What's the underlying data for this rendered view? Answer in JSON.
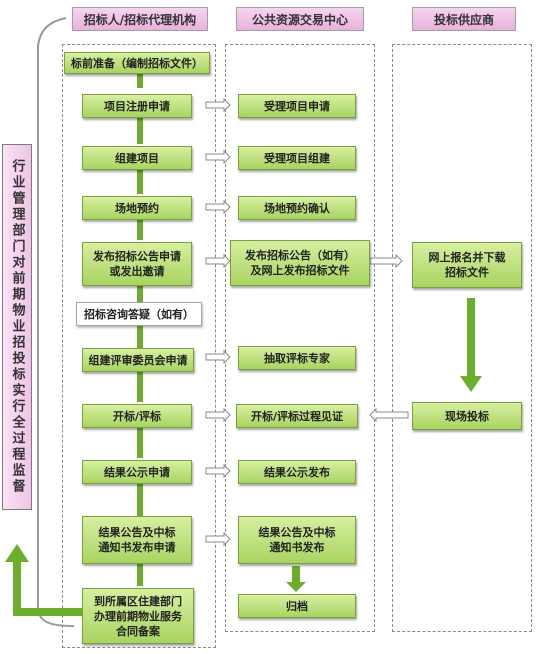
{
  "columns": {
    "tenderer": "招标人/招标代理机构",
    "center": "公共资源交易中心",
    "bidder": "投标供应商"
  },
  "side_label": "行业管理部门对前期物业招投标实行全过程监督",
  "tenderer_steps": {
    "prep": "标前准备（编制招标文件）",
    "register": "项目注册申请",
    "build": "组建项目",
    "venue": "场地预约",
    "announce": "发布招标公告申请\n或发出邀请",
    "qa": "招标咨询答疑（如有）",
    "committee": "组建评审委员会申请",
    "open": "开标/评标",
    "result": "结果公示申请",
    "notice": "结果公告及中标\n通知书发布申请",
    "record": "到所属区住建部门\n办理前期物业服务\n合同备案"
  },
  "center_steps": {
    "accept_register": "受理项目申请",
    "accept_build": "受理项目组建",
    "confirm_venue": "场地预约确认",
    "publish": "发布招标公告（如有）\n及网上发布招标文件",
    "experts": "抽取评标专家",
    "witness": "开标/评标过程见证",
    "publish_result": "结果公示发布",
    "publish_notice": "结果公告及中标\n通知书发布",
    "archive": "归档"
  },
  "bidder_steps": {
    "download": "网上报名并下载\n招标文件",
    "bid": "现场投标"
  },
  "colors": {
    "box_green": "#a8d460",
    "arrow_green": "#6cae2c",
    "header_pink": "#e9b1dc",
    "border_grey": "#8a8a8a"
  }
}
